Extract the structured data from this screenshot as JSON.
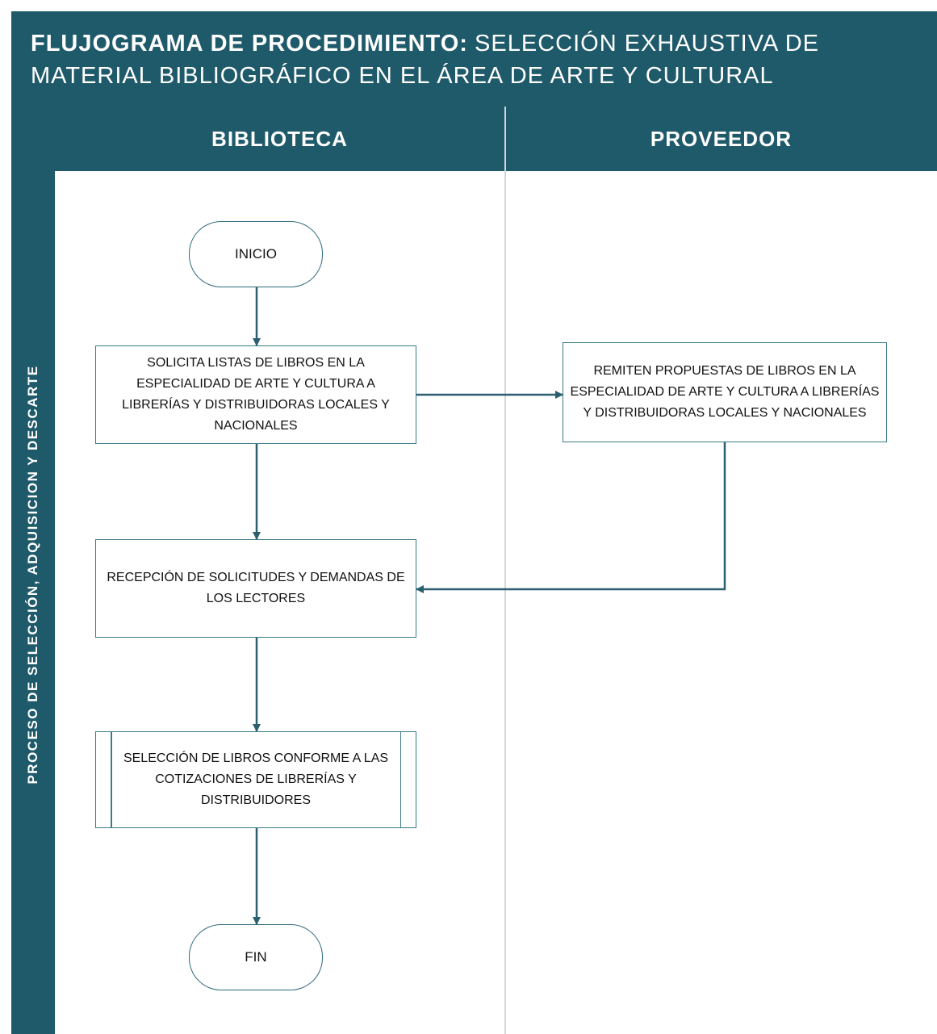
{
  "title": {
    "bold": "FLUJOGRAMA DE PROCEDIMIENTO:",
    "light": "SELECCIÓN EXHAUSTIVA DE MATERIAL BIBLIOGRÁFICO EN EL ÁREA DE ARTE Y CULTURAL"
  },
  "process_label": "PROCESO DE SELECCIÓN, ADQUISICION Y DESCARTE",
  "lanes": [
    "BIBLIOTECA",
    "PROVEEDOR"
  ],
  "nodes": {
    "start": "INICIO",
    "solicita": "SOLICITA LISTAS DE LIBROS EN LA ESPECIALIDAD DE ARTE Y CULTURA A LIBRERÍAS Y DISTRIBUIDORAS LOCALES Y NACIONALES",
    "remiten": "REMITEN PROPUESTAS DE LIBROS EN LA ESPECIALIDAD DE ARTE Y CULTURA A LIBRERÍAS Y DISTRIBUIDORAS LOCALES Y NACIONALES",
    "recepcion": "RECEPCIÓN DE SOLICITUDES Y DEMANDAS DE LOS LECTORES",
    "seleccion": "SELECCIÓN DE LIBROS CONFORME A LAS COTIZACIONES DE LIBRERÍAS Y DISTRIBUIDORES",
    "end": "FIN"
  },
  "colors": {
    "header": "#1f5a6b",
    "arrow": "#2b5f70"
  }
}
